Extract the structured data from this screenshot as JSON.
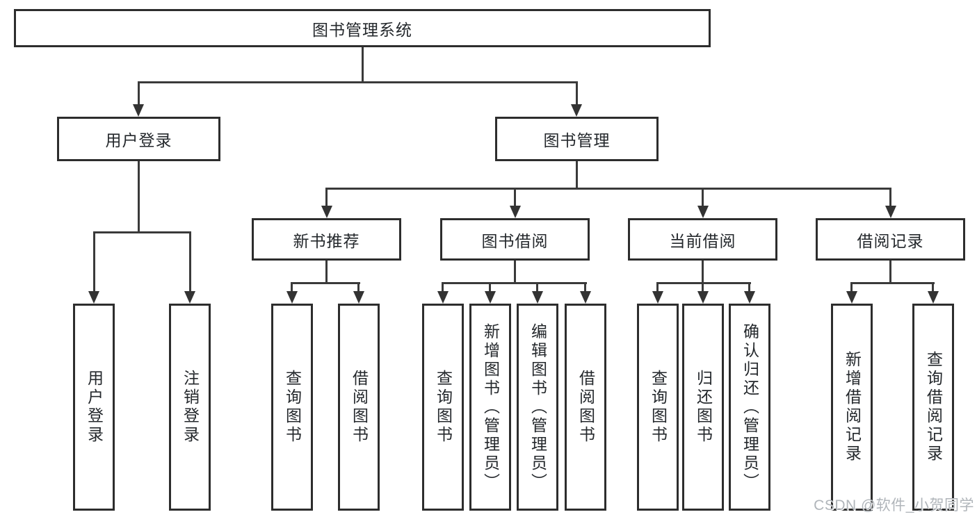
{
  "root": "图书管理系统",
  "level2": [
    "用户登录",
    "图书管理"
  ],
  "level3": [
    "新书推荐",
    "图书借阅",
    "当前借阅",
    "借阅记录"
  ],
  "leaves": {
    "user_login": [
      "用户登录",
      "注销登录"
    ],
    "new_book": [
      "查询图书",
      "借阅图书"
    ],
    "book_borrow": [
      "查询图书",
      "新增图书（管理员）",
      "编辑图书（管理员）",
      "借阅图书"
    ],
    "current_borrow": [
      "查询图书",
      "归还图书",
      "确认归还（管理员）"
    ],
    "borrow_records": [
      "新增借阅记录",
      "查询借阅记录"
    ]
  },
  "watermark": "CSDN @软件_小贺同学",
  "colors": {
    "line": "#3a3a3a",
    "box_border": "#2d2d2d",
    "text": "#24282c",
    "watermark": "#b0b5ba",
    "background": "#ffffff"
  }
}
